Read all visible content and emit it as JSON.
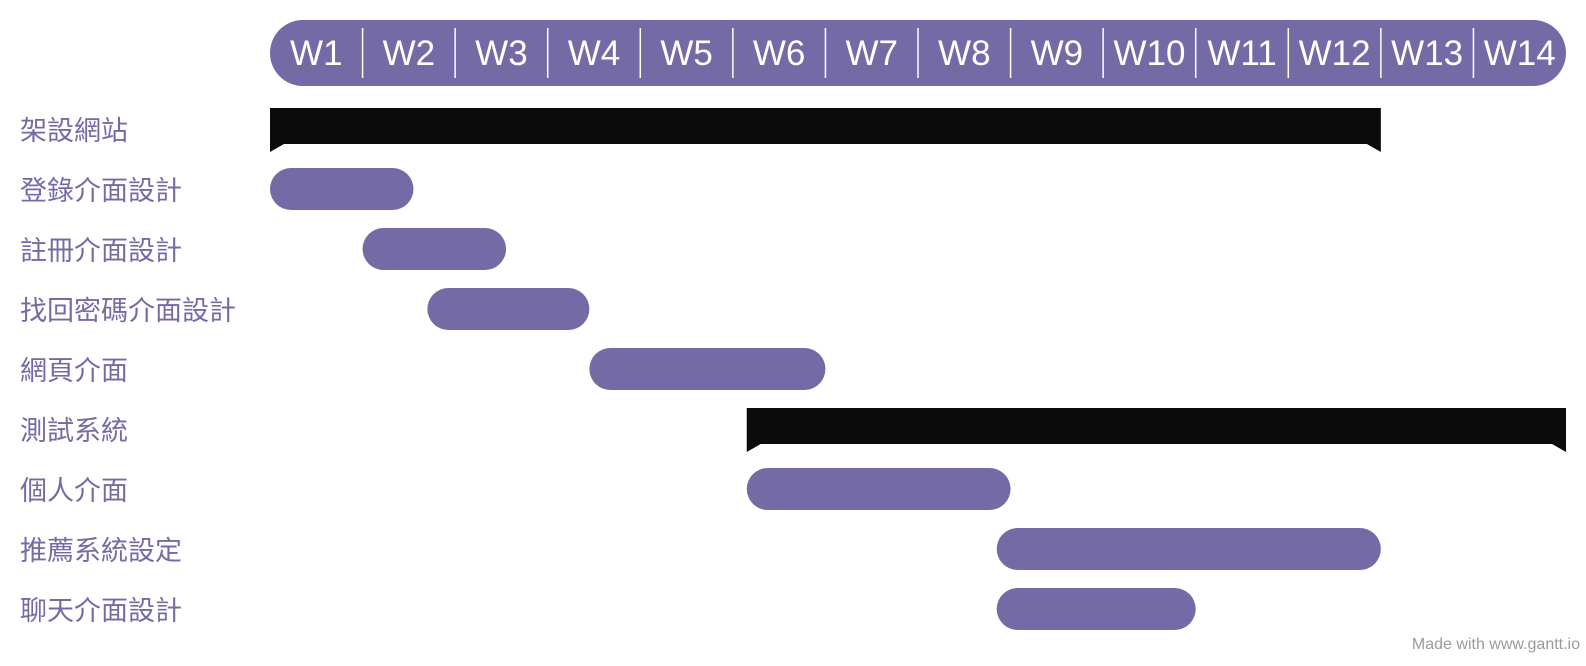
{
  "chart_data": {
    "type": "gantt",
    "time_unit": "week",
    "weeks": [
      "W1",
      "W2",
      "W3",
      "W4",
      "W5",
      "W6",
      "W7",
      "W8",
      "W9",
      "W10",
      "W11",
      "W12",
      "W13",
      "W14"
    ],
    "tasks": [
      {
        "label": "架設網站",
        "kind": "group",
        "start": 0,
        "end": 12
      },
      {
        "label": "登錄介面設計",
        "kind": "task",
        "start": 0,
        "end": 1.55
      },
      {
        "label": "註冊介面設計",
        "kind": "task",
        "start": 1,
        "end": 2.55
      },
      {
        "label": "找回密碼介面設計",
        "kind": "task",
        "start": 1.7,
        "end": 3.45
      },
      {
        "label": "網頁介面",
        "kind": "task",
        "start": 3.45,
        "end": 6
      },
      {
        "label": "測試系統",
        "kind": "group",
        "start": 5.15,
        "end": 14
      },
      {
        "label": "個人介面",
        "kind": "task",
        "start": 5.15,
        "end": 8
      },
      {
        "label": "推薦系統設定",
        "kind": "task",
        "start": 7.85,
        "end": 12
      },
      {
        "label": "聊天介面設計",
        "kind": "task",
        "start": 7.85,
        "end": 10
      }
    ]
  },
  "colors": {
    "accent": "#746ba6",
    "group_bar": "#0b0b0b",
    "header_text": "#ffffff",
    "credit_text": "#9a9a9a"
  },
  "footer": {
    "credit": "Made with www.gantt.io"
  }
}
